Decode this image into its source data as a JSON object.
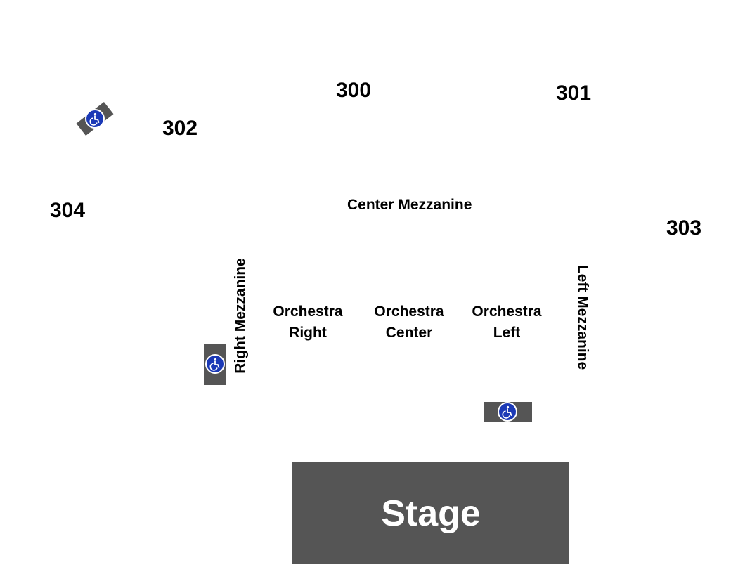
{
  "sections": {
    "s300": "300",
    "s301": "301",
    "s302": "302",
    "s303": "303",
    "s304": "304",
    "center_mezzanine": "Center Mezzanine",
    "right_mezzanine": "Right Mezzanine",
    "left_mezzanine": "Left Mezzanine",
    "orchestra_right": [
      "Orchestra",
      "Right"
    ],
    "orchestra_center": [
      "Orchestra",
      "Center"
    ],
    "orchestra_left": [
      "Orchestra",
      "Left"
    ],
    "stage": "Stage"
  },
  "icons": {
    "accessible": "wheelchair-icon"
  },
  "colors": {
    "block": "#555555",
    "accessible_badge": "#1b39b6",
    "text": "#000000",
    "stage_text": "#ffffff",
    "background": "#ffffff"
  }
}
